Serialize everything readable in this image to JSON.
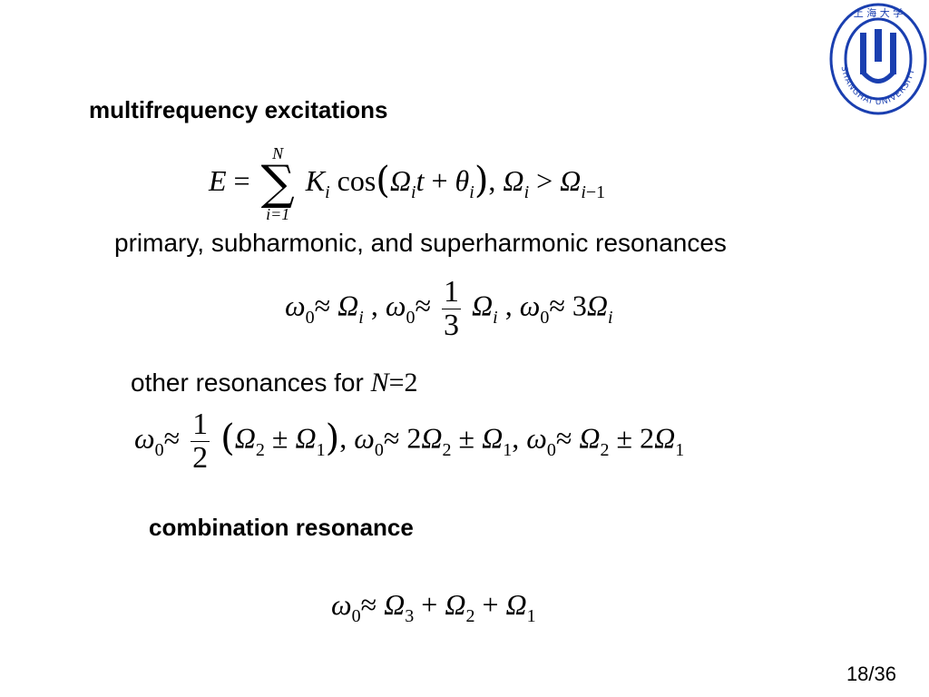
{
  "slide": {
    "heading_multifrequency": "multifrequency excitations",
    "text_primary": "primary, subharmonic, and superharmonic resonances",
    "text_other": "other resonances for",
    "text_other_N": "N",
    "text_other_eq": "=2",
    "heading_combination": "combination resonance",
    "page_number": "18/36",
    "logo": {
      "top_text": "上 海 大 学",
      "ring_text": "SHANGHAI UNIVERSITY",
      "color": "#1a3fb0"
    }
  },
  "equations": {
    "excitation": "E = Σ_{i=1}^{N} K_i cos(Ω_i t + θ_i), Ω_i > Ω_{i−1}",
    "primary": "ω0 ≈ Ω_i, ω0 ≈ (1/3)Ω_i, ω0 ≈ 3Ω_i",
    "other": "ω0 ≈ (1/2)(Ω2 ± Ω1), ω0 ≈ 2Ω2 ± Ω1, ω0 ≈ Ω2 ± 2Ω1",
    "combination": "ω0 ≈ Ω3 + Ω2 + Ω1"
  }
}
